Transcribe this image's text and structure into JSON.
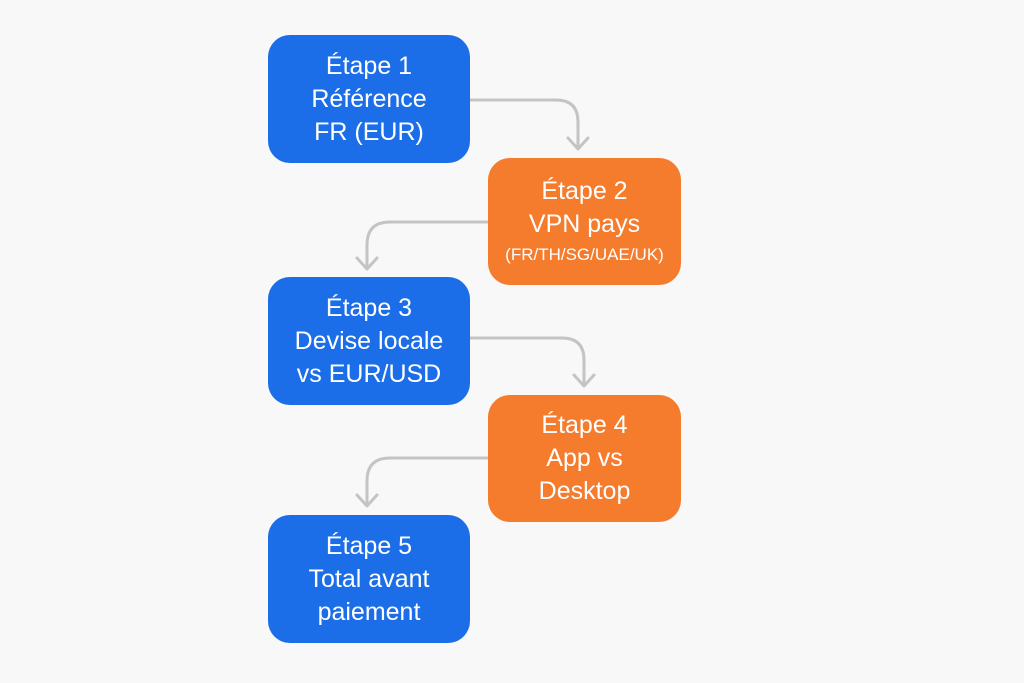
{
  "colors": {
    "blue": "#1b6ee8",
    "orange": "#f57b2d",
    "arrow": "#c4c4c4",
    "background": "#f8f8f8"
  },
  "steps": [
    {
      "title": "Étape 1",
      "lines": [
        "Référence",
        "FR (EUR)"
      ]
    },
    {
      "title": "Étape 2",
      "lines": [
        "VPN pays",
        "(FR/TH/SG/UAE/UK)"
      ]
    },
    {
      "title": "Étape 3",
      "lines": [
        "Devise locale",
        "vs EUR/USD"
      ]
    },
    {
      "title": "Étape 4",
      "lines": [
        "App vs",
        "Desktop"
      ]
    },
    {
      "title": "Étape 5",
      "lines": [
        "Total avant",
        "paiement"
      ]
    }
  ]
}
